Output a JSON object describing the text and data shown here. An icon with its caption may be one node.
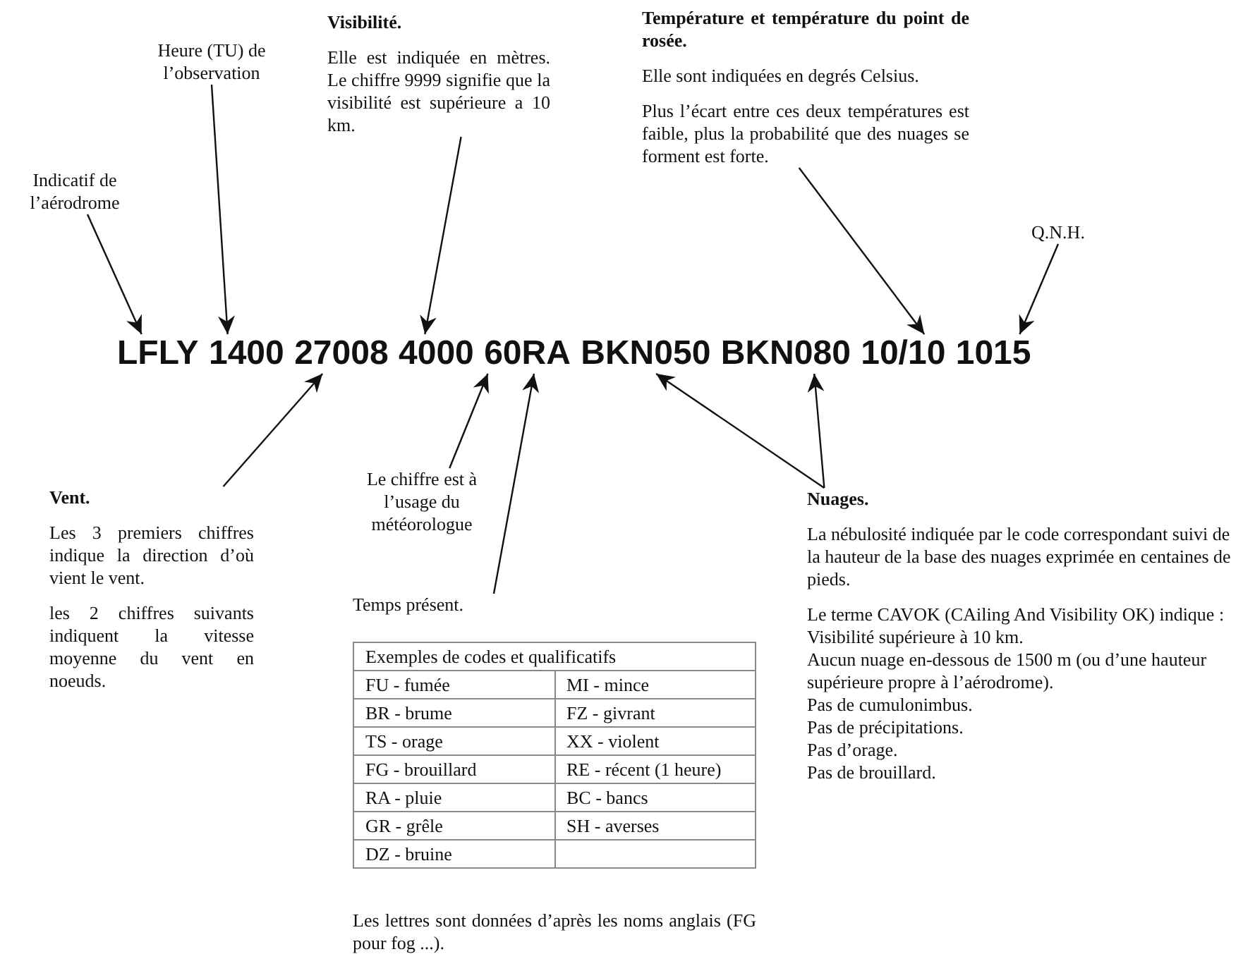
{
  "diagram": {
    "nodes": [
      {
        "text": [
          "Indicatif de l’aérodrome"
        ]
      },
      {
        "text": [
          "Heure (TU) de l’observation"
        ]
      },
      {
        "text": [
          "Visibilité.",
          "Elle est indiquée en mètres. Le chiffre 9999 signifie que la visibilité est supérieure a 10 km."
        ]
      },
      {
        "text": [
          "Température et température du point de rosée.",
          "Elle sont indiquées en degrés Celsius.",
          "Plus l’écart entre ces deux températures est faible, plus la probabilité que des nuages se forment est forte."
        ]
      },
      {
        "text": [
          "Q.N.H."
        ]
      },
      {
        "text": [
          "LFLY"
        ]
      },
      {
        "text": [
          "1400"
        ]
      },
      {
        "text": [
          "27008"
        ]
      },
      {
        "text": [
          "4000"
        ]
      },
      {
        "text": [
          "60"
        ]
      },
      {
        "text": [
          "RA"
        ]
      },
      {
        "text": [
          "BKN050"
        ]
      },
      {
        "text": [
          "BKN080"
        ]
      },
      {
        "text": [
          "10/10"
        ]
      },
      {
        "text": [
          "1015"
        ]
      },
      {
        "text": [
          "Vent.",
          "Les 3 premiers chiffres indique la direction d’où vient le vent.",
          "les 2 chiffres suivants indiquent la vitesse moyenne du vent en noeuds."
        ]
      },
      {
        "text": [
          "Le chiffre est à l’usage du météorologue"
        ]
      },
      {
        "text": [
          "Nuages.",
          "La nébulosité indiquée par le code correspondant suivi de la hauteur de la base des nuages exprimée en centaines de pieds.",
          "Le terme CAVOK (CAiling And Visibility OK) indique :",
          "Visibilité supérieure à 10 km.",
          "Aucun nuage en-dessous de 1500 m (ou d’une hauteur supérieure propre à l’aérodrome).",
          "Pas de cumulonimbus.",
          "Pas de précipitations.",
          "Pas d’orage.",
          "Pas de brouillard."
        ]
      },
      {
        "text": [
          "Temps présent."
        ]
      }
    ],
    "edges": [
      {
        "from": 0,
        "to": 5,
        "arrow": "to"
      },
      {
        "from": 1,
        "to": 6,
        "arrow": "to"
      },
      {
        "from": 2,
        "to": 8,
        "arrow": "to"
      },
      {
        "from": 3,
        "to": 13,
        "arrow": "to"
      },
      {
        "from": 4,
        "to": 14,
        "arrow": "to"
      },
      {
        "from": 15,
        "to": 7,
        "arrow": "to"
      },
      {
        "from": 16,
        "to": 9,
        "arrow": "to"
      },
      {
        "from": 18,
        "to": 10,
        "arrow": "to"
      },
      {
        "from": 17,
        "to": 11,
        "arrow": "to"
      },
      {
        "from": 17,
        "to": 12,
        "arrow": "to"
      }
    ],
    "labels": [
      "Exemples de codes et qualificatifs",
      "FU - fumée",
      "MI - mince",
      "BR - brume",
      "FZ - givrant",
      "TS - orage",
      "XX - violent",
      "FG - brouillard",
      "RE - récent (1 heure)",
      "RA - pluie",
      "BC - bancs",
      "GR - grêle",
      "SH - averses",
      "DZ - bruine",
      "Les lettres sont données d’après les noms anglais (FG pour fog ...)."
    ]
  }
}
